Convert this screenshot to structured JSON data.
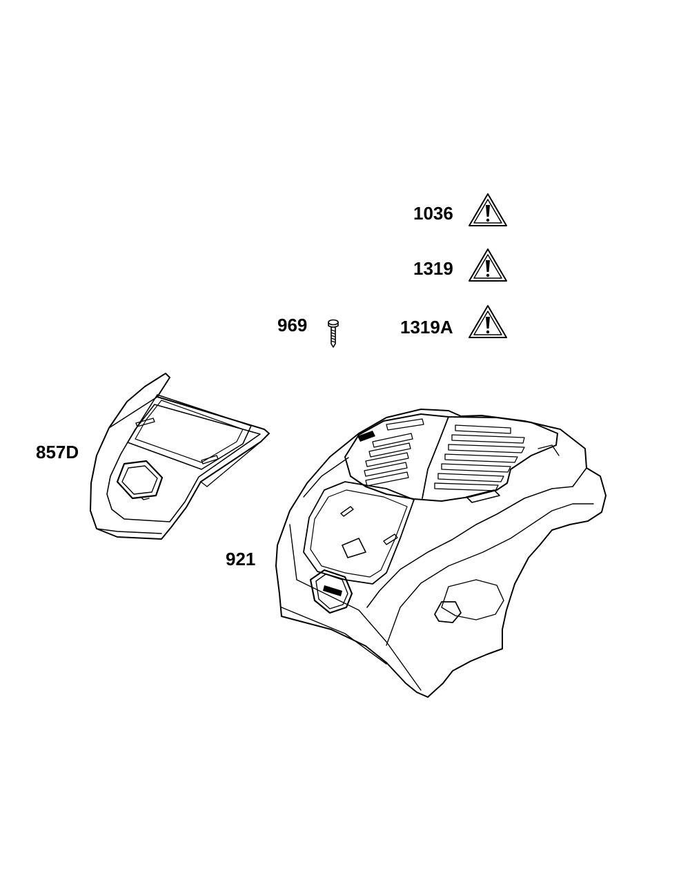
{
  "diagram": {
    "line_color": "#000000",
    "background": "#ffffff",
    "parts": [
      {
        "id": "1036",
        "label": "1036",
        "shape": "warning-triangle-icon"
      },
      {
        "id": "1319",
        "label": "1319",
        "shape": "warning-triangle-icon"
      },
      {
        "id": "1319A",
        "label": "1319A",
        "shape": "warning-triangle-icon"
      },
      {
        "id": "969",
        "label": "969",
        "shape": "screw-icon"
      },
      {
        "id": "857D",
        "label": "857D",
        "shape": "cover-insert"
      },
      {
        "id": "921",
        "label": "921",
        "shape": "engine-shroud"
      }
    ]
  }
}
